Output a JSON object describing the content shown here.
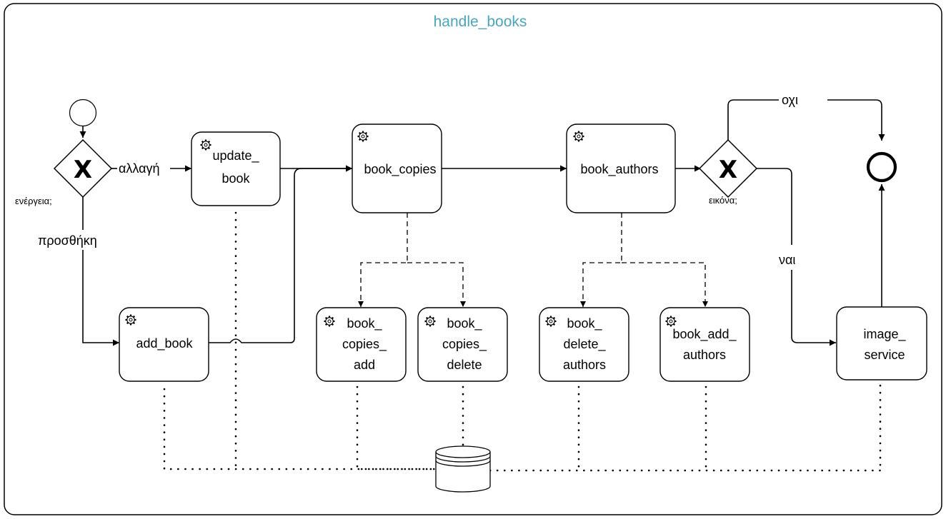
{
  "pool": {
    "title": "handle_books",
    "title_color": "#4aa5bf"
  },
  "gateways": {
    "action": {
      "label": "ενέργεια;",
      "symbol": "X"
    },
    "image": {
      "label": "εικόνα;",
      "symbol": "X"
    }
  },
  "edge_labels": {
    "change": "αλλαγή",
    "add": "προσθήκη",
    "no": "οχι",
    "yes": "ναι"
  },
  "tasks": {
    "update_book": [
      "update_",
      "book"
    ],
    "add_book": [
      "add_book"
    ],
    "book_copies": [
      "book_copies"
    ],
    "book_authors": [
      "book_authors"
    ],
    "book_copies_add": [
      "book_",
      "copies_",
      "add"
    ],
    "book_copies_delete": [
      "book_",
      "copies_",
      "delete"
    ],
    "book_delete_authors": [
      "book_",
      "delete_",
      "authors"
    ],
    "book_add_authors": [
      "book_add_",
      "authors"
    ],
    "image_service": [
      "image_",
      "service"
    ]
  },
  "icons": {
    "service_task": "gear-icon",
    "start_event": "start-event-icon",
    "end_event": "end-event-icon",
    "data_store": "database-icon"
  }
}
